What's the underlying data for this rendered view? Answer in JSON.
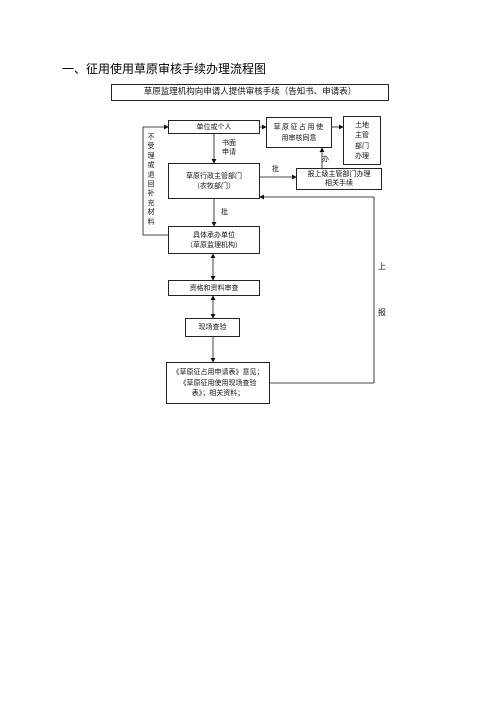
{
  "heading": "一、征用使用草原审核手续办理流程图",
  "nodes": {
    "top_notice": "草原监理机构向申请人提供审核手续（告知书、申请表）",
    "applicant": "单位或个人",
    "grassland_use_form": [
      "草原征占用使",
      "用审核同意"
    ],
    "land_dept": [
      "土地",
      "主管",
      "部门",
      "办理"
    ],
    "admin_dept": [
      "草原行政主管部门",
      "（农牧部门）"
    ],
    "higher_dept": [
      "报上级主管部门办理",
      "相关手续"
    ],
    "unit": [
      "具体承办单位",
      "（草原监理机构）"
    ],
    "qualification_review": "资格和资料审查",
    "site_inspection": "现场查验",
    "documents": [
      "《草原征占用申请表》意见；",
      "《草原征用使用现场查验",
      "表》；相关资料；"
    ]
  },
  "labels": {
    "written_application": [
      "书面",
      "申请"
    ],
    "approve_1": "批",
    "approve_2": "批",
    "handle": "办",
    "report_shang": "上",
    "report_bao": "报",
    "reject_vertical": "不受理或退回补充材料"
  }
}
